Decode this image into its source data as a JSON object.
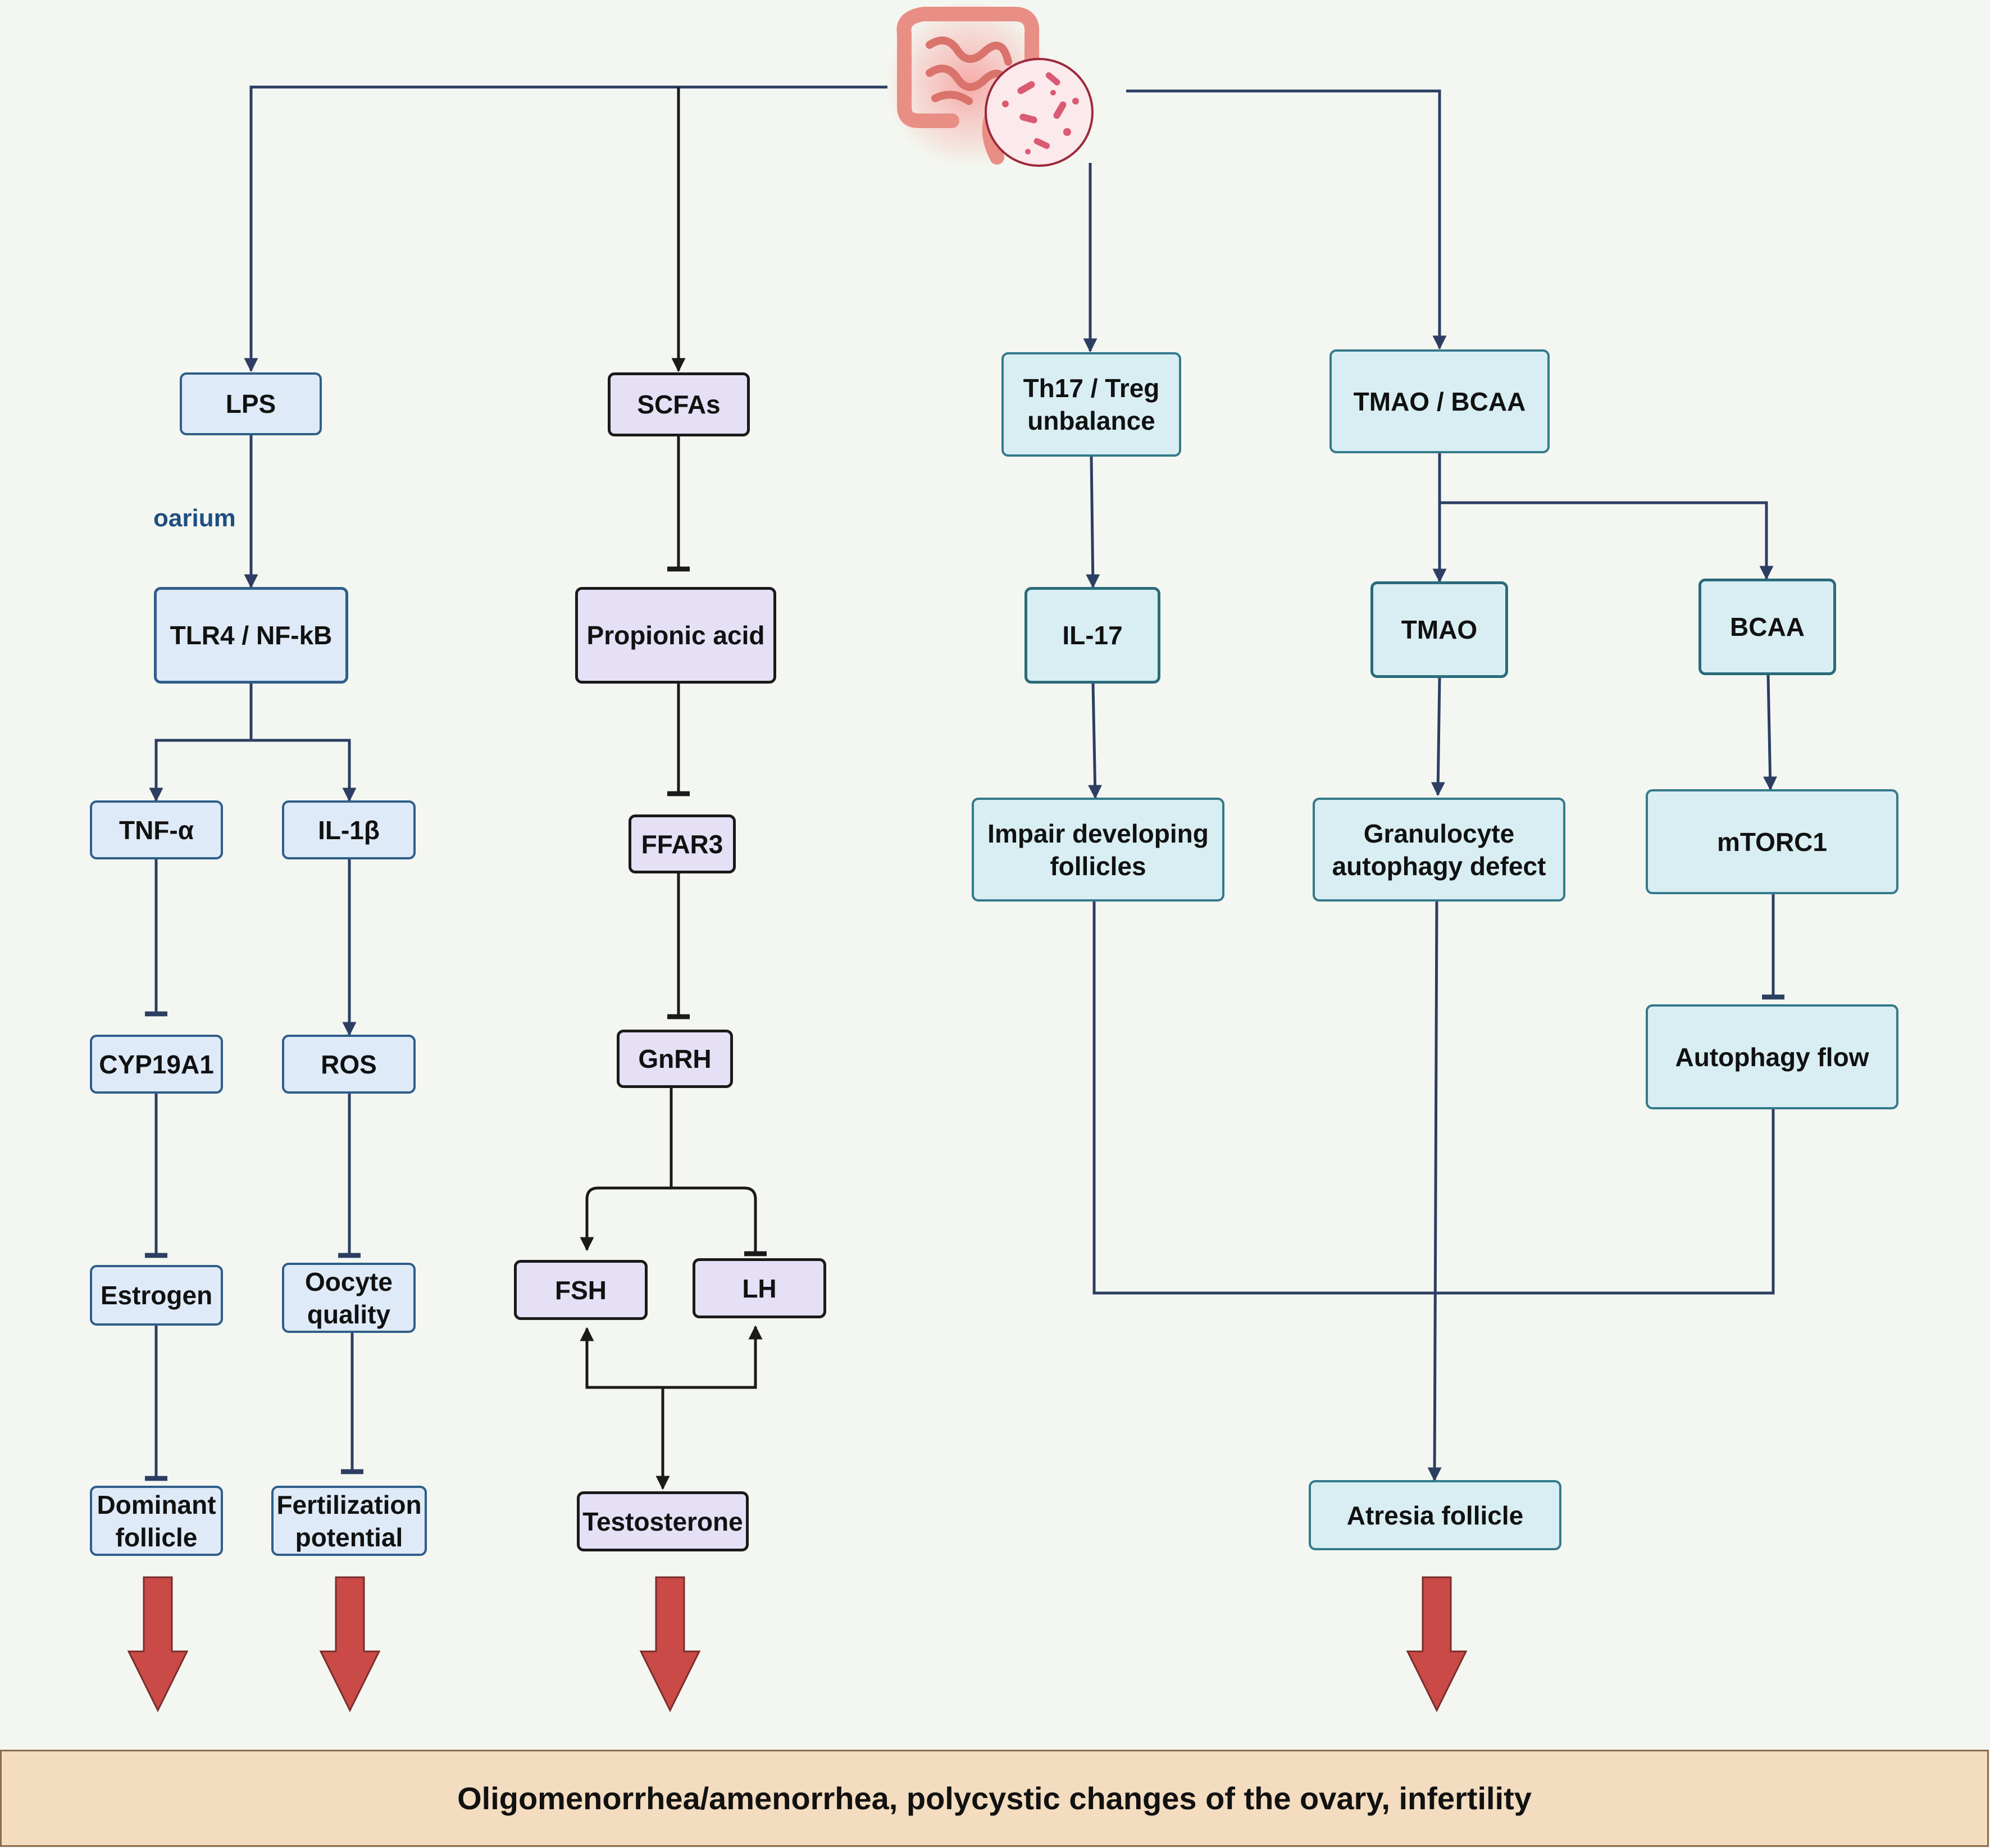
{
  "nodes": {
    "lps": "LPS",
    "tlr4": "TLR4 / NF-kB",
    "tnf": "TNF-α",
    "il1b": "IL-1β",
    "cyp19a1": "CYP19A1",
    "ros": "ROS",
    "estrogen": "Estrogen",
    "oocyte": "Oocyte quality",
    "dominant": "Dominant follicle",
    "fertilization": "Fertilization potential",
    "scfas": "SCFAs",
    "propionic": "Propionic acid",
    "ffar3": "FFAR3",
    "gnrh": "GnRH",
    "fsh": "FSH",
    "lh": "LH",
    "testosterone": "Testosterone",
    "th17": "Th17 / Treg unbalance",
    "il17": "IL-17",
    "impair": "Impair developing follicles",
    "tmao_bcaa": "TMAO / BCAA",
    "tmao": "TMAO",
    "bcaa": "BCAA",
    "granulocyte": "Granulocyte autophagy defect",
    "mtorc1": "mTORC1",
    "autophagy_flow": "Autophagy flow",
    "atresia": "Atresia follicle"
  },
  "notes": {
    "oarium": "oarium"
  },
  "outcome": "Oligomenorrhea/amenorrhea, polycystic changes of the ovary, infertility",
  "colors": {
    "blue_line": "#2d3e63",
    "black_line": "#1a1a1a",
    "red_arrow": "#c94a47",
    "banner": "#f3dcbf"
  },
  "icons": [
    "gut-microbiota-icon"
  ]
}
